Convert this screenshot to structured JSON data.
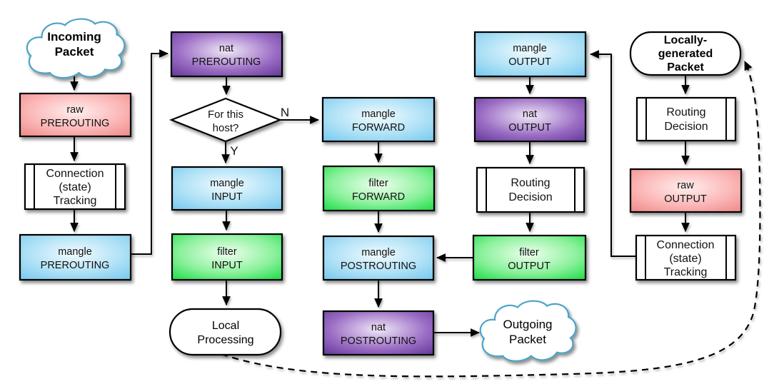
{
  "nodes": {
    "incoming_packet": {
      "line1": "Incoming",
      "line2": "Packet"
    },
    "raw_prerouting": {
      "line1": "raw",
      "line2": "PREROUTING"
    },
    "conn_tracking_left": {
      "line1": "Connection",
      "line2": "(state)",
      "line3": "Tracking"
    },
    "mangle_prerouting": {
      "line1": "mangle",
      "line2": "PREROUTING"
    },
    "nat_prerouting": {
      "line1": "nat",
      "line2": "PREROUTING"
    },
    "for_this_host": {
      "line1": "For this",
      "line2": "host?"
    },
    "branch_no": "N",
    "branch_yes": "Y",
    "mangle_input": {
      "line1": "mangle",
      "line2": "INPUT"
    },
    "filter_input": {
      "line1": "filter",
      "line2": "INPUT"
    },
    "local_processing": {
      "line1": "Local",
      "line2": "Processing"
    },
    "mangle_forward": {
      "line1": "mangle",
      "line2": "FORWARD"
    },
    "filter_forward": {
      "line1": "filter",
      "line2": "FORWARD"
    },
    "mangle_postrouting": {
      "line1": "mangle",
      "line2": "POSTROUTING"
    },
    "nat_postrouting": {
      "line1": "nat",
      "line2": "POSTROUTING"
    },
    "outgoing_packet": {
      "line1": "Outgoing",
      "line2": "Packet"
    },
    "mangle_output": {
      "line1": "mangle",
      "line2": "OUTPUT"
    },
    "nat_output": {
      "line1": "nat",
      "line2": "OUTPUT"
    },
    "routing_decision_mid": {
      "line1": "Routing",
      "line2": "Decision"
    },
    "filter_output": {
      "line1": "filter",
      "line2": "OUTPUT"
    },
    "locally_generated": {
      "line1": "Locally-",
      "line2": "generated",
      "line3": "Packet"
    },
    "routing_decision_right": {
      "line1": "Routing",
      "line2": "Decision"
    },
    "raw_output": {
      "line1": "raw",
      "line2": "OUTPUT"
    },
    "conn_tracking_right": {
      "line1": "Connection",
      "line2": "(state)",
      "line3": "Tracking"
    }
  },
  "colors": {
    "pink": {
      "center": "#ffeeee",
      "mid": "#fbb6b6",
      "edge": "#ee8585"
    },
    "blue": {
      "center": "#f2fbff",
      "mid": "#aee1f6",
      "edge": "#73c6ee"
    },
    "purple": {
      "center": "#f0e9f8",
      "mid": "#9c6ec5",
      "edge": "#5a3191"
    },
    "green": {
      "center": "#eeffee",
      "mid": "#8bf19c",
      "edge": "#15dc40"
    },
    "cloud_stroke": "#4aa3c8"
  }
}
